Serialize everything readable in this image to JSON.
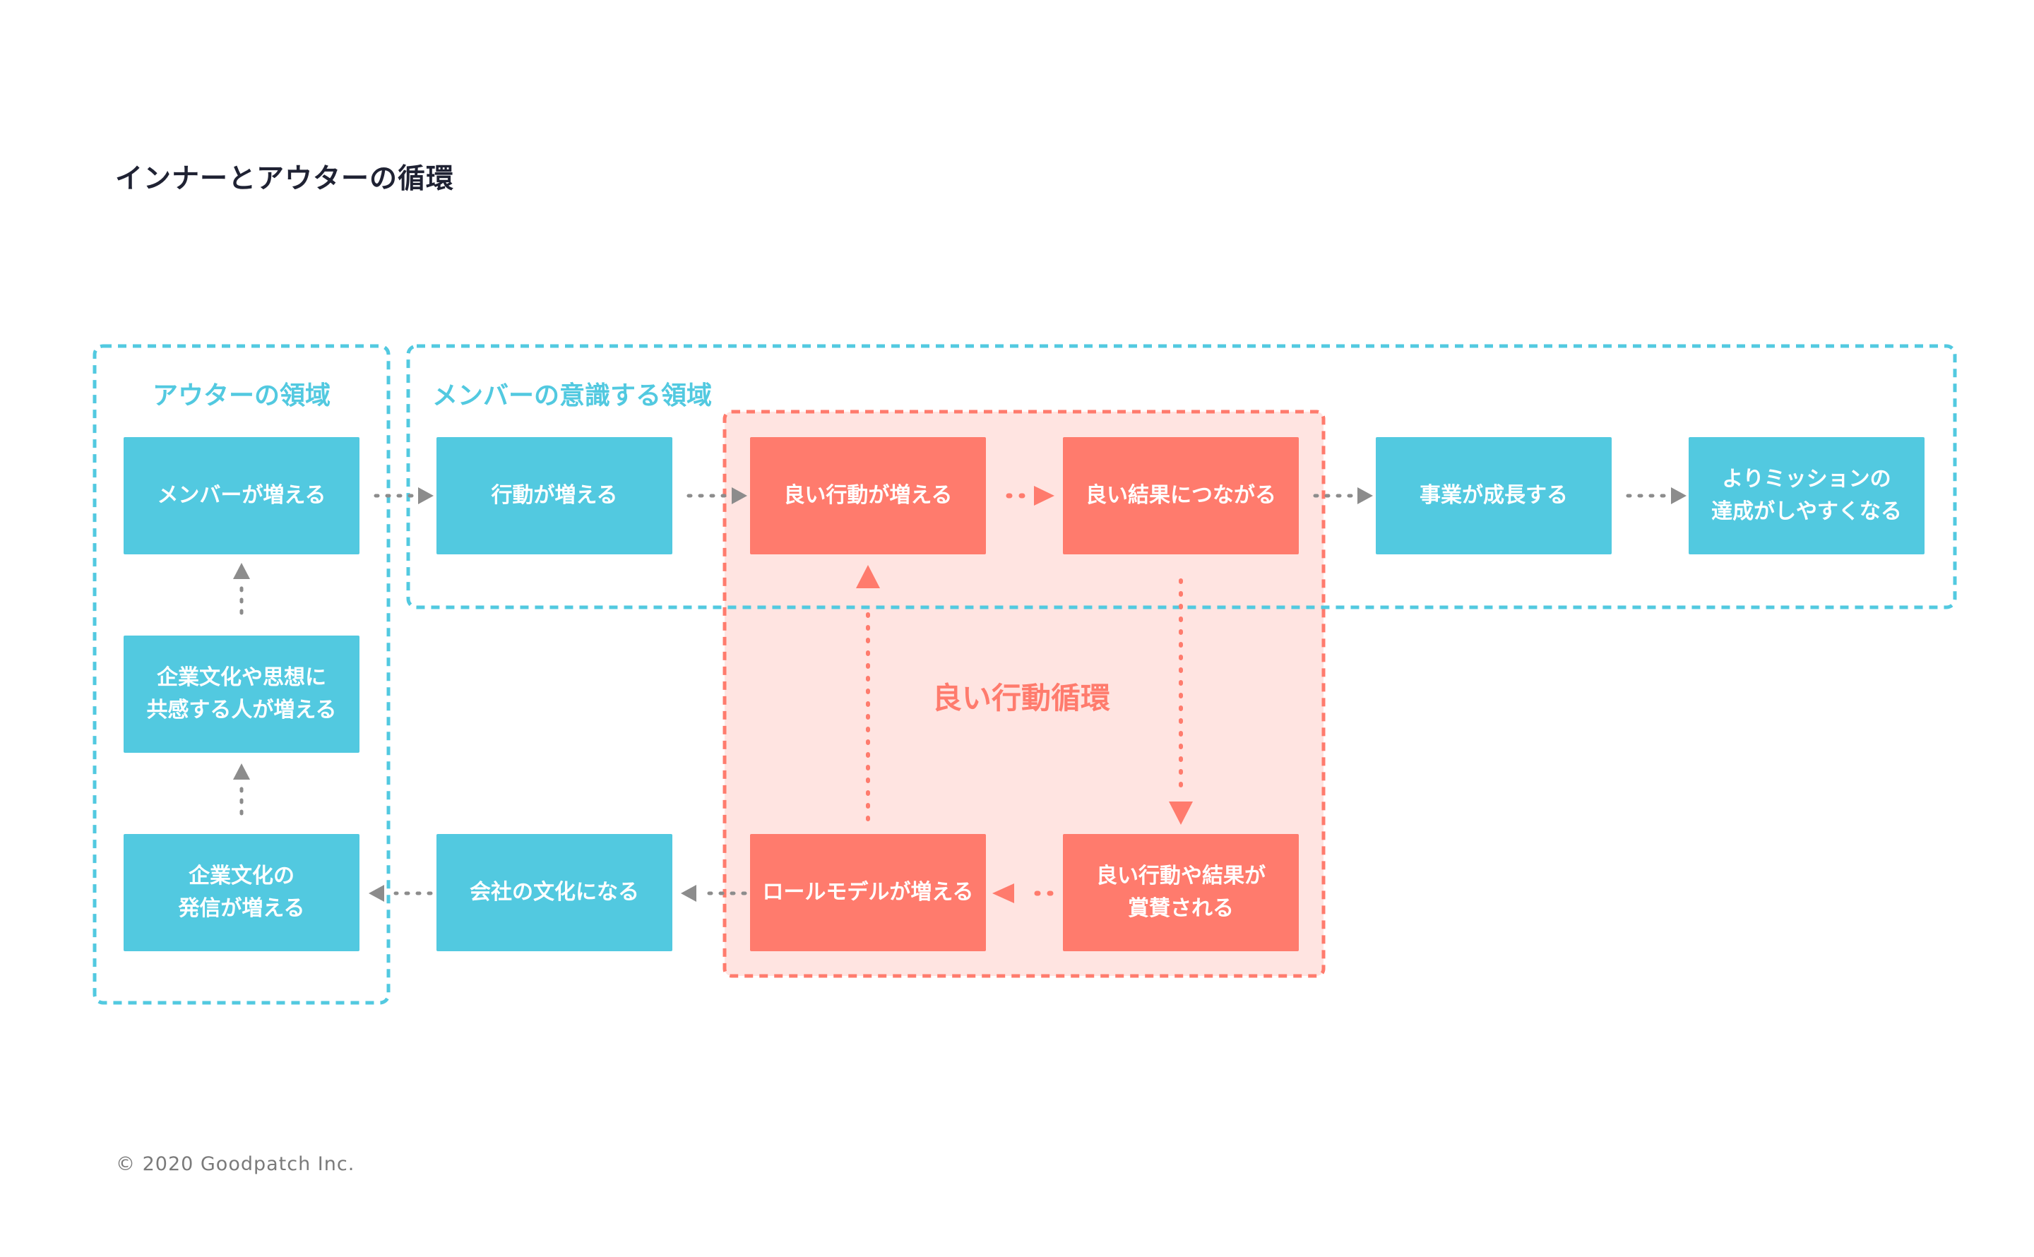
{
  "title": "インナーとアウターの循環",
  "footer": "© 2020 Goodpatch Inc.",
  "colors": {
    "blue": "#52c9e0",
    "red": "#ff7b6d",
    "red_region_fill": "#ffe4e1",
    "arrow_gray": "#8c8c8c",
    "text_dark": "#1f2233"
  },
  "regions": {
    "outer": "アウターの領域",
    "member": "メンバーの意識する領域",
    "cycle": "良い行動循環"
  },
  "boxes": {
    "members_increase": "メンバーが増える",
    "sympathizers": "企業文化や思想に\n共感する人が増える",
    "culture_broadcast": "企業文化の\n発信が増える",
    "actions_increase": "行動が増える",
    "company_culture": "会社の文化になる",
    "good_actions": "良い行動が増える",
    "good_results": "良い結果につながる",
    "praised": "良い行動や結果が\n賞賛される",
    "role_models": "ロールモデルが増える",
    "business_growth": "事業が成長する",
    "mission": "よりミッションの\n達成がしやすくなる"
  }
}
